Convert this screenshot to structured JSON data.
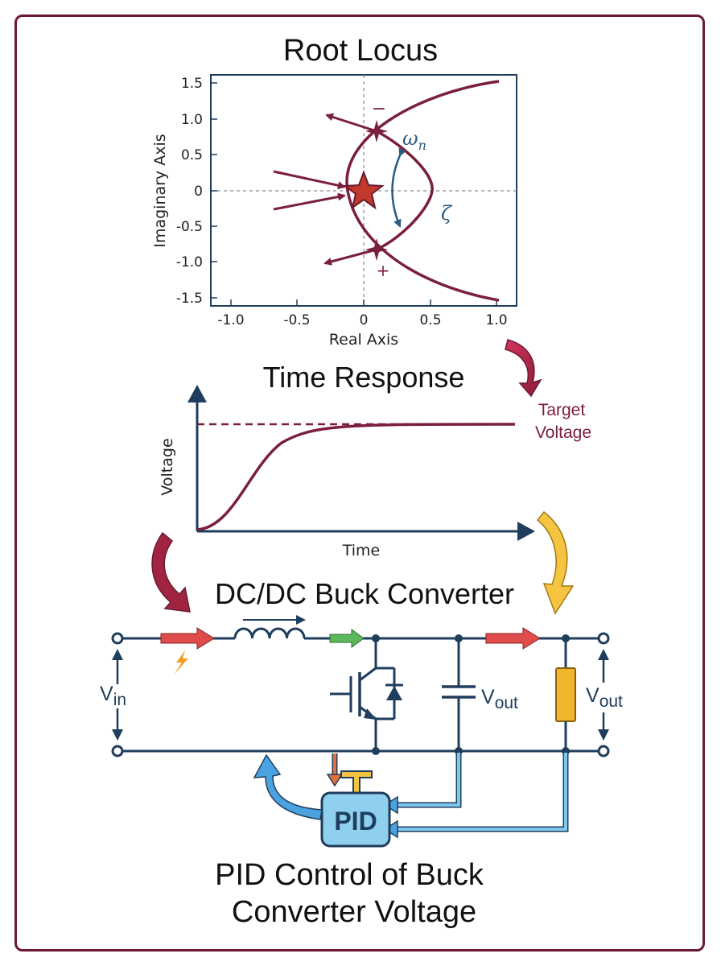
{
  "root_locus": {
    "title": "Root Locus",
    "x_label": "Real Axis",
    "y_label": "Imaginary Axis",
    "x_ticks": [
      "-1.0",
      "-0.5",
      "0",
      "0.5",
      "1.0"
    ],
    "y_ticks": [
      "1.5",
      "1.0",
      "0.5",
      "0",
      "-0.5",
      "-1.0",
      "-1.5"
    ],
    "omega_label": "ω",
    "omega_sub": "n",
    "zeta_label": "ζ",
    "minus_label": "−",
    "plus_label": "+"
  },
  "time_response": {
    "title": "Time Response",
    "x_label": "Time",
    "y_label": "Voltage",
    "target_line1": "Target",
    "target_line2": "Voltage"
  },
  "buck": {
    "title": "DC/DC Buck Converter",
    "vin_main": "V",
    "vin_sub": "in",
    "vout_main": "V",
    "vout_sub": "out",
    "pid_label": "PID"
  },
  "footer": {
    "line1": "PID Control of Buck",
    "line2": "Converter Voltage"
  },
  "colors": {
    "maroon": "#7a1f3d",
    "navy": "#1f3d5c",
    "arrow_red": "#e04b4b",
    "arrow_green": "#5cb85c",
    "arrow_yellow": "#f5c542",
    "arrow_blue": "#4aa3df",
    "pid_fill": "#8fd0ef",
    "resistor": "#f3b52c",
    "spark": "#f0a020"
  },
  "icons": [
    "lightning-icon",
    "star-icon",
    "transistor-symbol",
    "capacitor-symbol",
    "resistor-symbol",
    "inductor-symbol"
  ]
}
